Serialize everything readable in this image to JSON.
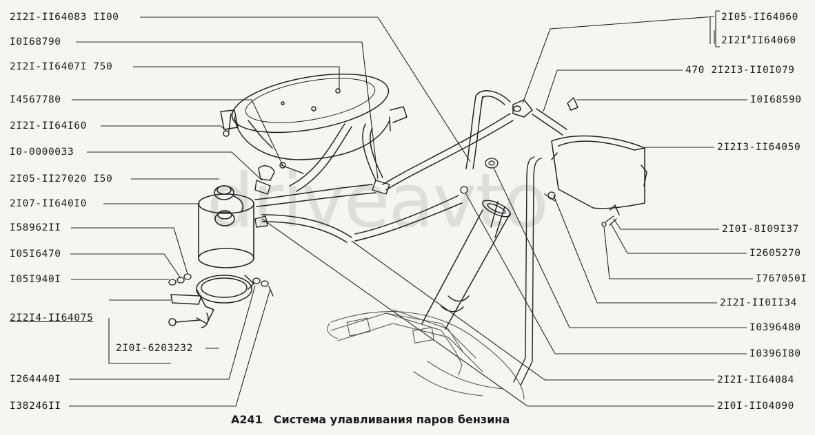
{
  "watermark": "driveavto",
  "caption": {
    "code": "A241",
    "title": "Система улавливания паров бензина"
  },
  "left_labels": [
    "2I2I-II64083 II00",
    "I0I68790",
    "2I2I-II6407I 750",
    "I4567780",
    "2I2I-II64I60",
    "I0-0000033",
    "2I05-II27020 I50",
    "2I07-II640I0",
    "I58962II",
    "I05I6470",
    "I05I940I",
    "2I2I4-II64075",
    "2I0I-6203232",
    "I264440I",
    "I38246II"
  ],
  "right_labels": [
    "2I05-II64060",
    "2I2I",
    "II64060",
    "470 2I2I3-II0I079",
    "I0I68590",
    "2I2I3-II64050",
    "2I0I-8I09I37",
    "I2605270",
    "I767050I",
    "2I2I-II0II34",
    "I0396480",
    "I0396I80",
    "2I2I-II64084",
    "2I0I-II04090"
  ],
  "right_label_variant_mark": "#"
}
